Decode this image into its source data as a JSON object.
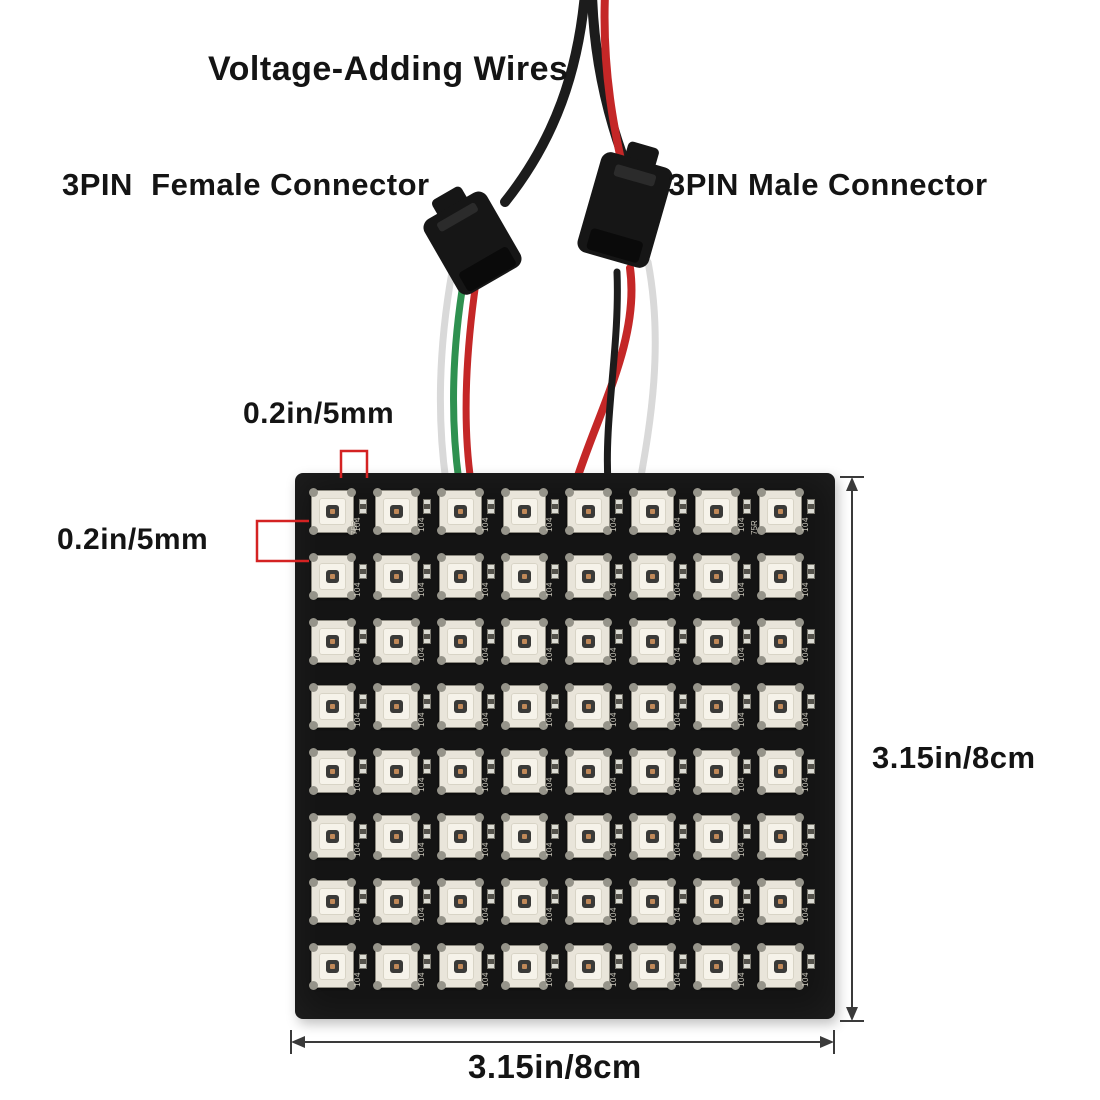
{
  "labels": {
    "title": "Voltage-Adding Wires",
    "female_connector": "3PIN  Female Connector",
    "male_connector": "3PIN Male Connector"
  },
  "dimensions": {
    "pitch_top": "0.2in/5mm",
    "pitch_left": "0.2in/5mm",
    "panel_height": "3.15in/8cm",
    "panel_width": "3.15in/8cm"
  },
  "panel": {
    "rows": 8,
    "cols": 8,
    "component_marking": "104",
    "corner_marking": "75R"
  },
  "colors": {
    "wire_black": "#1c1c1c",
    "wire_red": "#c42727",
    "wire_white": "#d9d9d9",
    "wire_green": "#2f9150",
    "connector": "#161616",
    "pcb": "#141414",
    "annotation_red": "#d42222",
    "dimension_line": "#3a3a3a"
  }
}
